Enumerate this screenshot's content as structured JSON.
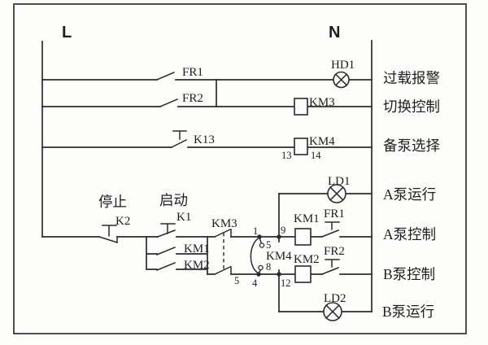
{
  "colors": {
    "line": "#2b2b2b",
    "background": "#fdfdfc"
  },
  "rails": {
    "left": "L",
    "right": "N"
  },
  "alarm_rung": {
    "contact": "FR1",
    "lamp": "HD1",
    "row_label": "过载报警"
  },
  "switch_rung": {
    "contact": "FR2",
    "coil": "KM3",
    "row_label": "切换控制"
  },
  "standby_rung": {
    "contact": "K13",
    "coil": "KM4",
    "terminal_left": "13",
    "terminal_right": "14",
    "row_label": "备泵选择"
  },
  "start_circuit": {
    "stop_label": "停止",
    "stop": "K2",
    "start_label": "启动",
    "start": "K1",
    "seal_a": "KM1",
    "seal_b": "KM2",
    "km3_contact": "KM3",
    "km3_terminal": "5"
  },
  "km4_switch": {
    "label": "KM4",
    "t1": "1",
    "t9": "9",
    "t5": "5",
    "t8": "8",
    "t4": "4",
    "t12": "12"
  },
  "pump_a_run": {
    "lamp": "LD1",
    "row_label": "A泵运行"
  },
  "pump_a_ctrl": {
    "coil": "KM1",
    "overload": "FR1",
    "row_label": "A泵控制"
  },
  "pump_b_ctrl": {
    "coil": "KM2",
    "overload": "FR2",
    "row_label": "B泵控制"
  },
  "pump_b_run": {
    "lamp": "LD2",
    "row_label": "B泵运行"
  }
}
